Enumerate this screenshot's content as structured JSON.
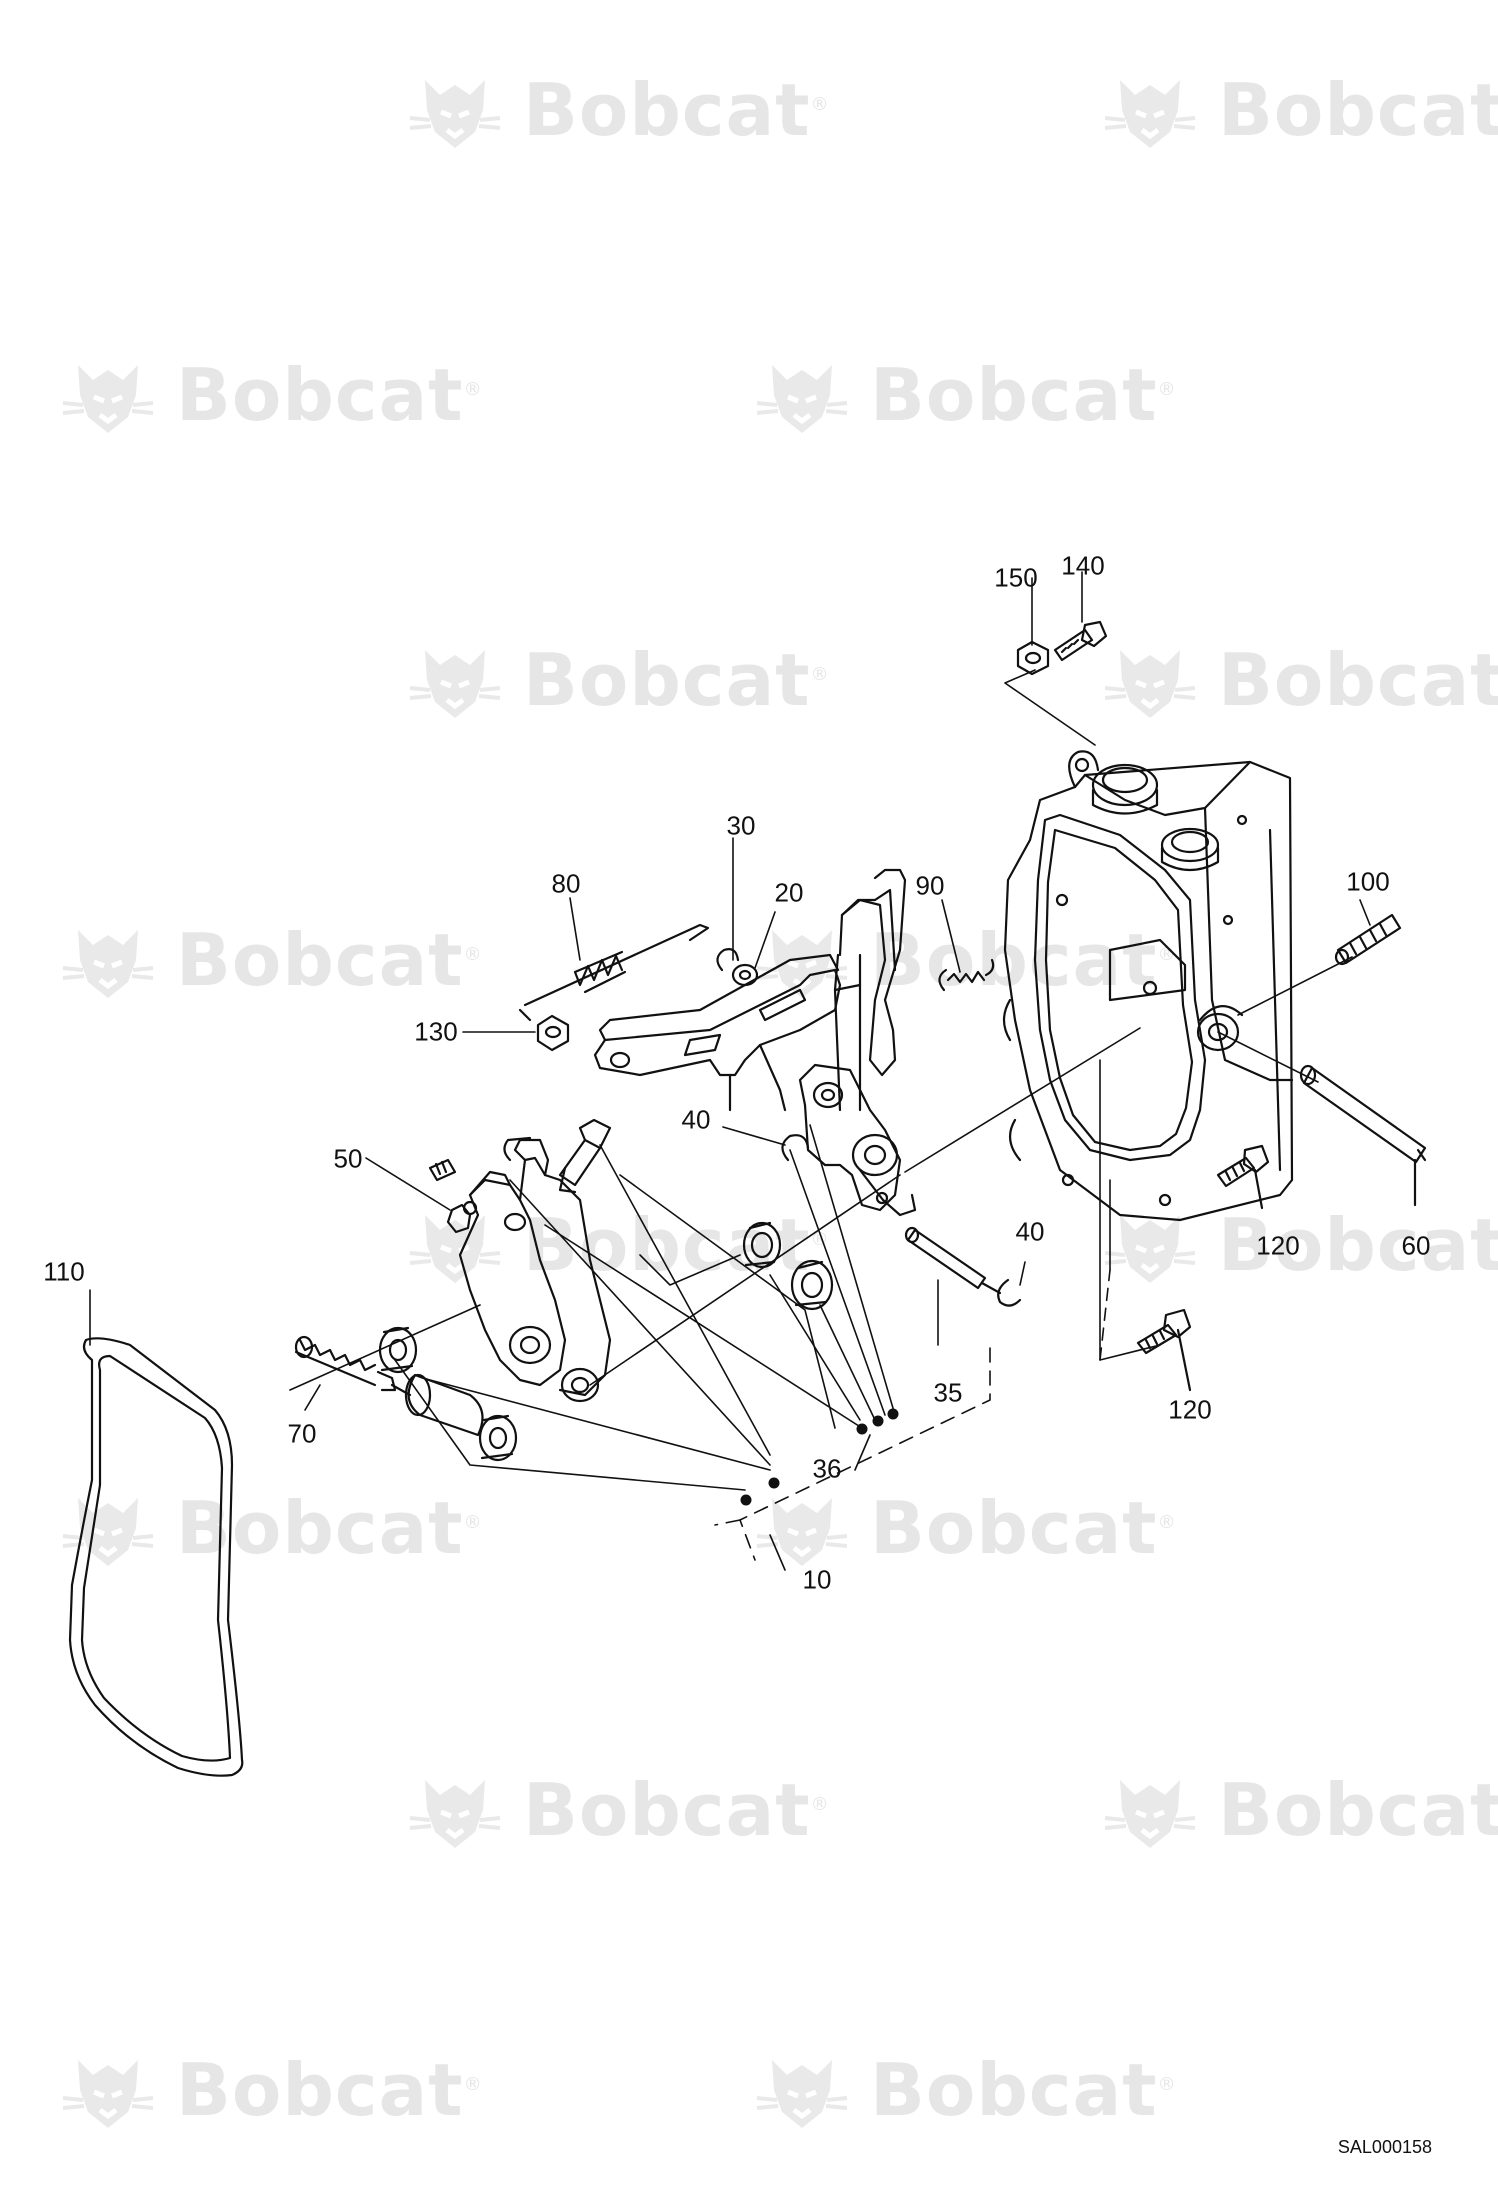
{
  "watermark": {
    "brand": "Bobcat",
    "mark": "®"
  },
  "drawing_id": "SAL000158",
  "callouts": [
    {
      "key": "c150",
      "text": "150"
    },
    {
      "key": "c140",
      "text": "140"
    },
    {
      "key": "c30",
      "text": "30"
    },
    {
      "key": "c80",
      "text": "80"
    },
    {
      "key": "c20",
      "text": "20"
    },
    {
      "key": "c90",
      "text": "90"
    },
    {
      "key": "c100",
      "text": "100"
    },
    {
      "key": "c130",
      "text": "130"
    },
    {
      "key": "c40a",
      "text": "40"
    },
    {
      "key": "c50",
      "text": "50"
    },
    {
      "key": "c40b",
      "text": "40"
    },
    {
      "key": "c120a",
      "text": "120"
    },
    {
      "key": "c60",
      "text": "60"
    },
    {
      "key": "c110",
      "text": "110"
    },
    {
      "key": "c35",
      "text": "35"
    },
    {
      "key": "c120b",
      "text": "120"
    },
    {
      "key": "c70",
      "text": "70"
    },
    {
      "key": "c36",
      "text": "36"
    },
    {
      "key": "c10",
      "text": "10"
    }
  ]
}
